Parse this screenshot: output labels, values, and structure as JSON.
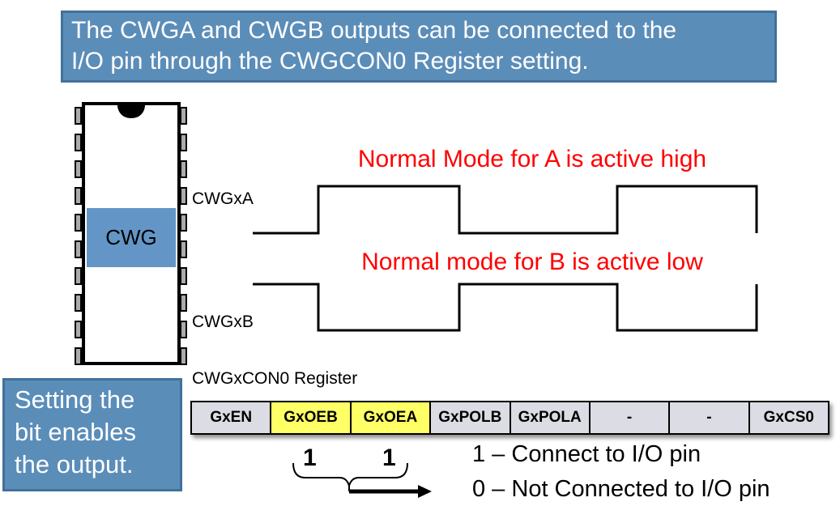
{
  "banner": {
    "line1": "The CWGA and CWGB outputs can be connected to the",
    "line2": "I/O pin through the CWGCON0 Register setting."
  },
  "chip": {
    "label": "CWG"
  },
  "signals": {
    "a_label": "CWGxA",
    "b_label": "CWGxB"
  },
  "captions": {
    "mode_a": "Normal Mode for A is active high",
    "mode_b": "Normal mode for B is active low"
  },
  "register": {
    "title": "CWGxCON0 Register",
    "bits": [
      {
        "name": "GxEN",
        "highlight": false
      },
      {
        "name": "GxOEB",
        "highlight": true
      },
      {
        "name": "GxOEA",
        "highlight": true
      },
      {
        "name": "GxPOLB",
        "highlight": false
      },
      {
        "name": "GxPOLA",
        "highlight": false
      },
      {
        "name": "-",
        "highlight": false
      },
      {
        "name": "-",
        "highlight": false
      },
      {
        "name": "GxCS0",
        "highlight": false
      }
    ],
    "set_values": {
      "gxoeb": "1",
      "gxoea": "1"
    }
  },
  "legend": {
    "line1": "1 – Connect to I/O pin",
    "line2": "0 – Not Connected to I/O pin"
  },
  "note": {
    "line1": "Setting the",
    "line2": "bit enables",
    "line3": "the output."
  },
  "colors": {
    "banner_fill": "#5B8DB9",
    "banner_border": "#41719C",
    "chip_block_fill": "#6396C6",
    "bit_highlight": "#FFFF66",
    "bit_default": "#DCDCE4",
    "caption_red": "#FF0000"
  }
}
